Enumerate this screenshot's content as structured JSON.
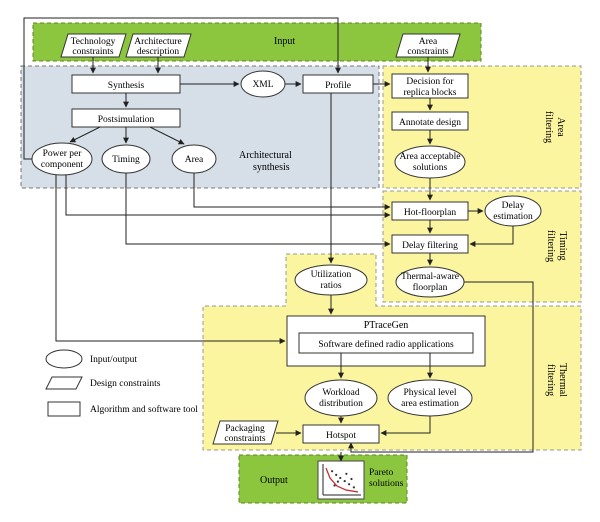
{
  "input": "Input",
  "output": "Output",
  "constraints": {
    "technology": [
      "Technology",
      "constraints"
    ],
    "architecture": [
      "Architecture",
      "description"
    ],
    "area": [
      "Area",
      "constraints"
    ],
    "packaging": [
      "Packaging",
      "constraints"
    ]
  },
  "synthesis": {
    "synthesis": "Synthesis",
    "postsimulation": "Postsimulation",
    "power": [
      "Power per",
      "component"
    ],
    "timing": "Timing",
    "area": "Area",
    "label": [
      "Architectural",
      "synthesis"
    ]
  },
  "xml": "XML",
  "profile": "Profile",
  "area_filtering": {
    "decision": [
      "Decision for",
      "replica blocks"
    ],
    "annotate": "Annotate design",
    "acceptable": [
      "Area acceptable",
      "solutions"
    ],
    "label": [
      "Area",
      "filtering"
    ]
  },
  "timing_filtering": {
    "hot_floorplan": "Hot-floorplan",
    "delay_estimation": [
      "Delay",
      "estimation"
    ],
    "delay_filtering": "Delay filtering",
    "thermal_floorplan": [
      "Thermal-aware",
      "floorplan"
    ],
    "label": [
      "Timing",
      "filtering"
    ]
  },
  "thermal_filtering": {
    "utilization": [
      "Utilization",
      "ratios"
    ],
    "ptracegen": "PTraceGen",
    "sdr": "Software defined radio applications",
    "workload": [
      "Workload",
      "distribution"
    ],
    "physical": [
      "Physical level",
      "area estimation"
    ],
    "hotspot": "Hotspot",
    "label": [
      "Thermal",
      "filtering"
    ]
  },
  "pareto": [
    "Pareto",
    "solutions"
  ],
  "legend": {
    "io": "Input/output",
    "design": "Design constraints",
    "tool": "Algorithm and software tool"
  },
  "colors": {
    "green": "#8cc63f",
    "green_border": "#5a8a1a",
    "blue": "#d6dfe8",
    "yellow": "#fbf5a0"
  },
  "pareto_points": [
    [
      0.18,
      0.2
    ],
    [
      0.3,
      0.34
    ],
    [
      0.42,
      0.46
    ],
    [
      0.55,
      0.58
    ],
    [
      0.68,
      0.7
    ],
    [
      0.82,
      0.82
    ],
    [
      0.35,
      0.6
    ],
    [
      0.6,
      0.3
    ],
    [
      0.75,
      0.5
    ],
    [
      0.25,
      0.75
    ]
  ]
}
